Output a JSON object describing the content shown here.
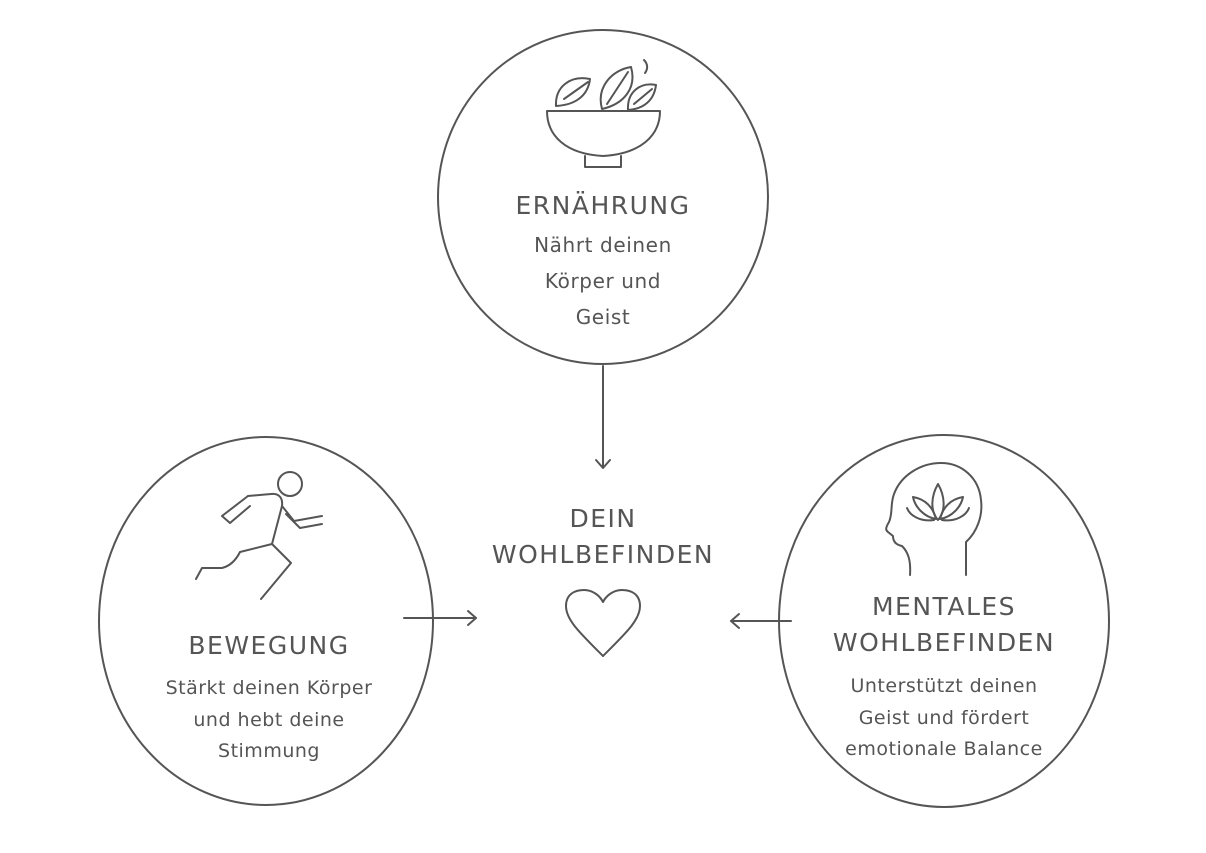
{
  "center": {
    "title_line1": "DEIN",
    "title_line2": "WOHLBEFINDEN",
    "icon": "heart-icon"
  },
  "nodes": {
    "ernaehrung": {
      "title": "ERNÄHRUNG",
      "desc": [
        "Nährt deinen",
        "Körper und",
        "Geist"
      ],
      "icon": "salad-bowl-icon"
    },
    "bewegung": {
      "title": "BEWEGUNG",
      "desc": [
        "Stärkt deinen Körper",
        "und hebt deine",
        "Stimmung"
      ],
      "icon": "running-person-icon"
    },
    "mentales": {
      "title_line1": "MENTALES",
      "title_line2": "WOHLBEFINDEN",
      "desc": [
        "Unterstützt deinen",
        "Geist und fördert",
        "emotionale Balance"
      ],
      "icon": "head-lotus-icon"
    }
  },
  "colors": {
    "line": "#555555",
    "text": "#555555",
    "background": "#ffffff"
  }
}
